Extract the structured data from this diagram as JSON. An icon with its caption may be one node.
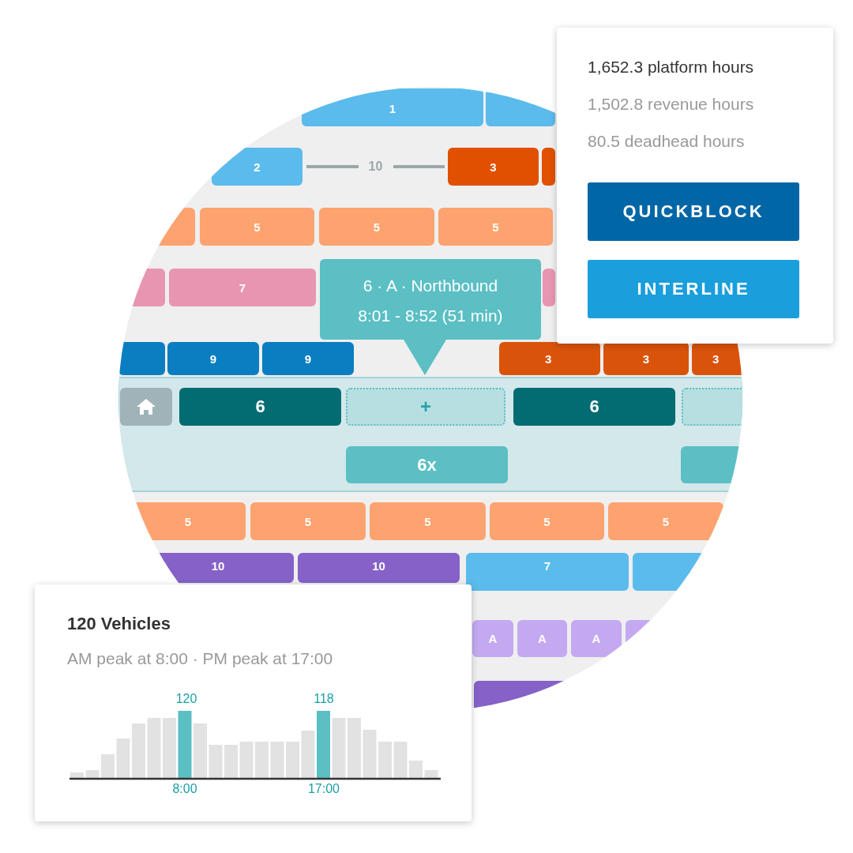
{
  "diagram": {
    "nodes": [
      {
        "text": [
          "1"
        ]
      },
      {
        "text": [],
        "shape": "box"
      },
      {
        "text": [
          "2"
        ]
      },
      {
        "text": [
          "3"
        ]
      },
      {
        "text": [],
        "shape": "box"
      },
      {
        "text": [],
        "shape": "box"
      },
      {
        "text": [
          "5"
        ]
      },
      {
        "text": [
          "5"
        ]
      },
      {
        "text": [
          "5"
        ]
      },
      {
        "text": [],
        "shape": "box"
      },
      {
        "text": [
          "7"
        ]
      },
      {
        "text": [],
        "shape": "box"
      },
      {
        "text": [],
        "shape": "box"
      },
      {
        "text": [
          "9"
        ]
      },
      {
        "text": [
          "9"
        ]
      },
      {
        "text": [
          "3"
        ]
      },
      {
        "text": [
          "3"
        ]
      },
      {
        "text": [
          "3"
        ]
      },
      {
        "text": [],
        "shape": "box"
      },
      {
        "text": [
          "6"
        ]
      },
      {
        "text": [
          "+"
        ]
      },
      {
        "text": [
          "6"
        ]
      },
      {
        "text": [],
        "shape": "box"
      },
      {
        "text": [
          "6x"
        ]
      },
      {
        "text": [],
        "shape": "box"
      },
      {
        "text": [
          "5"
        ]
      },
      {
        "text": [
          "5"
        ]
      },
      {
        "text": [
          "5"
        ]
      },
      {
        "text": [
          "5"
        ]
      },
      {
        "text": [
          "5"
        ]
      },
      {
        "text": [
          "10"
        ]
      },
      {
        "text": [
          "10"
        ]
      },
      {
        "text": [
          "7"
        ]
      },
      {
        "text": [],
        "shape": "box"
      },
      {
        "text": [
          "A"
        ]
      },
      {
        "text": [
          "A"
        ]
      },
      {
        "text": [
          "A"
        ]
      },
      {
        "text": [],
        "shape": "box"
      },
      {
        "text": [],
        "shape": "box"
      },
      {
        "text": [
          "6 · A · Northbound",
          "8:01 - 8:52 (51 min)"
        ]
      },
      {
        "text": [
          "1,652.3 platform hours",
          "1,502.8 revenue hours",
          "80.5 deadhead hours"
        ]
      },
      {
        "text": [
          "QUICKBLOCK"
        ],
        "in": 40
      },
      {
        "text": [
          "INTERLINE"
        ],
        "in": 40
      },
      {
        "text": [
          "120 Vehicles",
          "AM peak at 8:00 · PM peak at 17:00"
        ]
      }
    ],
    "edges": [
      {
        "from": 2,
        "to": 3,
        "arrow": "none",
        "label": "10"
      }
    ],
    "labels": [
      "120",
      "118",
      "8:00",
      "17:00"
    ]
  }
}
